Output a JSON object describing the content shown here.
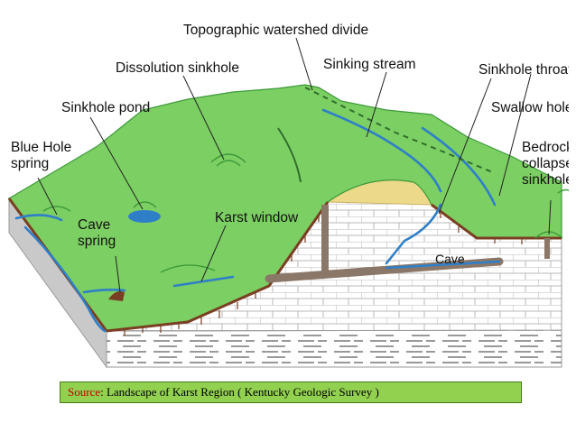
{
  "figure": {
    "labels": {
      "topographic_watershed_divide": "Topographic watershed divide",
      "dissolution_sinkhole": "Dissolution sinkhole",
      "sinking_stream": "Sinking stream",
      "sinkhole_throat": "Sinkhole throat",
      "swallow_hole": "Swallow hole",
      "sinkhole_pond": "Sinkhole pond",
      "blue_hole_spring_1": "Blue Hole",
      "blue_hole_spring_2": "spring",
      "bedrock_collapse_1": "Bedrock",
      "bedrock_collapse_2": "collapse",
      "bedrock_collapse_3": "sinkhole",
      "karst_window": "Karst window",
      "cave_spring_1": "Cave",
      "cave_spring_2": "spring",
      "cave": "Cave"
    },
    "colors": {
      "land": "#7ccf63",
      "land_dark": "#3d9a3a",
      "rock": "#ffffff",
      "rock_lines": "#b9b9b9",
      "soil": "#7a3f22",
      "water": "#2f7fc8",
      "cave": "#8b7768",
      "sand": "#ecd98a"
    }
  },
  "caption": {
    "source_label": "Source",
    "text": ": Landscape of Karst Region ( Kentucky Geologic Survey )"
  }
}
